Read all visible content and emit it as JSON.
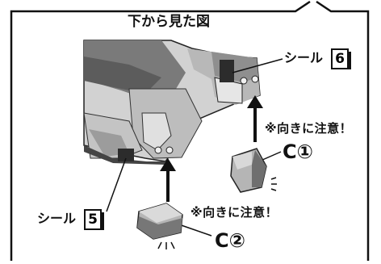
{
  "title": "下から見た図",
  "sticker_word": "シール",
  "stickers": [
    {
      "number": "6"
    },
    {
      "number": "5"
    }
  ],
  "note": "※向きに注意！",
  "parts": [
    {
      "label": "C①"
    },
    {
      "label": "C②"
    }
  ],
  "colors": {
    "line": "#111111",
    "body_dark": "#5a5a5a",
    "body_mid": "#8c8c8c",
    "body_light": "#c9c9c9",
    "background": "#ffffff"
  }
}
